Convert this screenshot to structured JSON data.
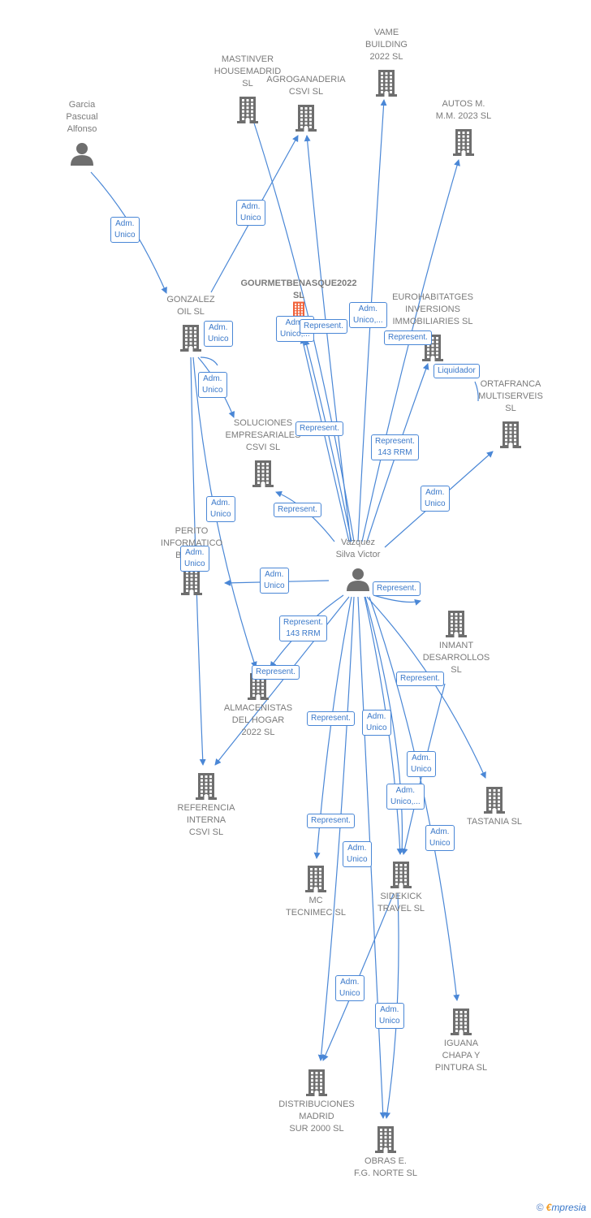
{
  "colors": {
    "edge": "#4a87d6",
    "icon": "#6e6e6e",
    "focus_icon": "#f0623a",
    "label": "#7b7b7b"
  },
  "nodes": [
    {
      "id": "garcia",
      "lines": [
        "Garcia",
        "Pascual",
        "Alfonso"
      ],
      "type": "person"
    },
    {
      "id": "vazquez",
      "lines": [
        "Vazquez",
        "Silva Victor"
      ],
      "type": "person"
    },
    {
      "id": "gonzalez",
      "lines": [
        "GONZALEZ",
        "OIL  SL"
      ],
      "type": "company"
    },
    {
      "id": "gourmet",
      "lines": [
        "GOURMETBENASQUE2022",
        "SL"
      ],
      "type": "company",
      "focus": true
    },
    {
      "id": "mastinver",
      "lines": [
        "MASTINVER",
        "HOUSEMADRID",
        "SL"
      ],
      "type": "company"
    },
    {
      "id": "agroganaderia",
      "lines": [
        "AGROGANADERIA",
        "CSVI  SL"
      ],
      "type": "company"
    },
    {
      "id": "vame",
      "lines": [
        "VAME",
        "BUILDING",
        "2022  SL"
      ],
      "type": "company"
    },
    {
      "id": "autos",
      "lines": [
        "AUTOS M.",
        "M.M. 2023  SL"
      ],
      "type": "company"
    },
    {
      "id": "eurohabitatges",
      "lines": [
        "EUROHABITATGES",
        "INVERSIONS",
        "IMMOBILIARIES SL"
      ],
      "type": "company"
    },
    {
      "id": "ortafranca",
      "lines": [
        "ORTAFRANCA",
        "MULTISERVEIS",
        "SL"
      ],
      "type": "company"
    },
    {
      "id": "soluciones",
      "lines": [
        "SOLUCIONES",
        "EMPRESARIALES",
        "CSVI  SL"
      ],
      "type": "company"
    },
    {
      "id": "perito",
      "lines": [
        "PERITO",
        "INFORMATICO",
        "BARC..."
      ],
      "type": "company"
    },
    {
      "id": "inmant",
      "lines": [
        "INMANT",
        "DESARROLLOS",
        "SL"
      ],
      "type": "company"
    },
    {
      "id": "almacenistas",
      "lines": [
        "ALMACENISTAS",
        "DEL HOGAR",
        "2022  SL"
      ],
      "type": "company"
    },
    {
      "id": "referencia",
      "lines": [
        "REFERENCIA",
        "INTERNA",
        "CSVI  SL"
      ],
      "type": "company"
    },
    {
      "id": "tastania",
      "lines": [
        "TASTANIA  SL"
      ],
      "type": "company"
    },
    {
      "id": "mc",
      "lines": [
        "MC",
        "TECNIMEC  SL"
      ],
      "type": "company"
    },
    {
      "id": "sidekick",
      "lines": [
        "SIDEKICK",
        "TRAVEL  SL"
      ],
      "type": "company"
    },
    {
      "id": "iguana",
      "lines": [
        "IGUANA",
        "CHAPA Y",
        "PINTURA  SL"
      ],
      "type": "company"
    },
    {
      "id": "distribuciones",
      "lines": [
        "DISTRIBUCIONES",
        "MADRID",
        "SUR 2000  SL"
      ],
      "type": "company"
    },
    {
      "id": "obras",
      "lines": [
        "OBRAS E.",
        "F.G. NORTE  SL"
      ],
      "type": "company"
    }
  ],
  "edge_labels": [
    {
      "id": "l-garcia-gonzalez",
      "lines": [
        "Adm.",
        "Unico"
      ]
    },
    {
      "id": "l-gonzalez-agro",
      "lines": [
        "Adm.",
        "Unico"
      ]
    },
    {
      "id": "l-gonzalez-gourmet",
      "lines": [
        "Adm.",
        "Unico"
      ]
    },
    {
      "id": "l-gonzalez-soluciones",
      "lines": [
        "Adm.",
        "Unico"
      ]
    },
    {
      "id": "l-gonzalez-almacenistas",
      "lines": [
        "Adm.",
        "Unico"
      ]
    },
    {
      "id": "l-gonzalez-perito",
      "lines": [
        "Adm.",
        "Unico"
      ]
    },
    {
      "id": "l-v-gourmet-adm",
      "lines": [
        "Adm.",
        "Unico,..."
      ]
    },
    {
      "id": "l-v-gourmet-rep",
      "lines": [
        "Represent."
      ]
    },
    {
      "id": "l-v-agro",
      "lines": [
        "Adm.",
        "Unico,..."
      ]
    },
    {
      "id": "l-v-euro",
      "lines": [
        "Represent."
      ]
    },
    {
      "id": "l-v-ortafranca-liq",
      "lines": [
        "Liquidador"
      ]
    },
    {
      "id": "l-v-mastinver",
      "lines": [
        "Represent."
      ]
    },
    {
      "id": "l-v-autos",
      "lines": [
        "Represent.",
        "143 RRM"
      ]
    },
    {
      "id": "l-v-ortafranca",
      "lines": [
        "Adm.",
        "Unico"
      ]
    },
    {
      "id": "l-v-soluciones",
      "lines": [
        "Represent."
      ]
    },
    {
      "id": "l-v-perito",
      "lines": [
        "Adm.",
        "Unico"
      ]
    },
    {
      "id": "l-v-inmant",
      "lines": [
        "Represent."
      ]
    },
    {
      "id": "l-v-almacenistas-143",
      "lines": [
        "Represent.",
        "143 RRM"
      ]
    },
    {
      "id": "l-v-referencia",
      "lines": [
        "Represent."
      ]
    },
    {
      "id": "l-v-tastania",
      "lines": [
        "Represent."
      ]
    },
    {
      "id": "l-v-mc",
      "lines": [
        "Represent."
      ]
    },
    {
      "id": "l-v-distribuciones",
      "lines": [
        "Adm.",
        "Unico"
      ]
    },
    {
      "id": "l-v-obras",
      "lines": [
        "Adm.",
        "Unico"
      ]
    },
    {
      "id": "l-v-sidekick",
      "lines": [
        "Adm.",
        "Unico,..."
      ]
    },
    {
      "id": "l-v-iguana",
      "lines": [
        "Adm.",
        "Unico"
      ]
    },
    {
      "id": "l-v-sidekick-rep",
      "lines": [
        "Represent."
      ]
    },
    {
      "id": "l-v-sidekick-adm",
      "lines": [
        "Adm.",
        "Unico"
      ]
    },
    {
      "id": "l-sidekick-distrib",
      "lines": [
        "Adm.",
        "Unico"
      ]
    },
    {
      "id": "l-sidekick-obras",
      "lines": [
        "Adm.",
        "Unico"
      ]
    }
  ],
  "footer": {
    "copyright": "©",
    "brand_e": "€",
    "brand_rest": "mpresia"
  }
}
